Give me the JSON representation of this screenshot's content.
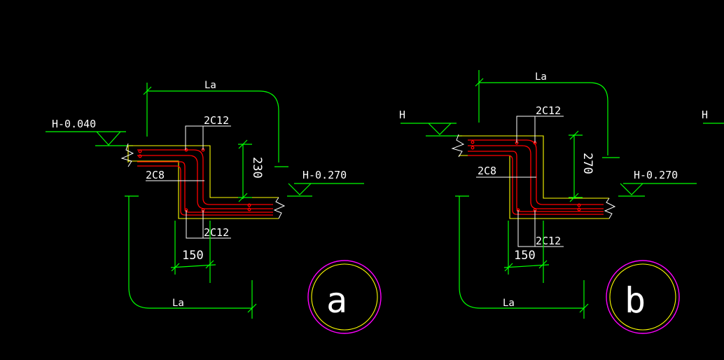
{
  "colors": {
    "background": "#000000",
    "dimension": "#00ff00",
    "text": "#ffffff",
    "concrete": "#ffff00",
    "rebar": "#ff0000",
    "callout_ring": "#ff00ff"
  },
  "detail_a": {
    "top_level": "H-0.040",
    "bottom_level": "H-0.270",
    "anchor_top": "La",
    "anchor_bottom": "La",
    "bar_top": "2C12",
    "bar_middle": "2C8",
    "bar_bottom": "2C12",
    "height_dim": "230",
    "width_dim": "150",
    "tag": "a"
  },
  "detail_b": {
    "top_level": "H",
    "bottom_level": "H-0.270",
    "anchor_top": "La",
    "anchor_bottom": "La",
    "bar_top": "2C12",
    "bar_middle": "2C8",
    "bar_bottom": "2C12",
    "height_dim": "270",
    "width_dim": "150",
    "tag": "b"
  },
  "edge_label": "H"
}
